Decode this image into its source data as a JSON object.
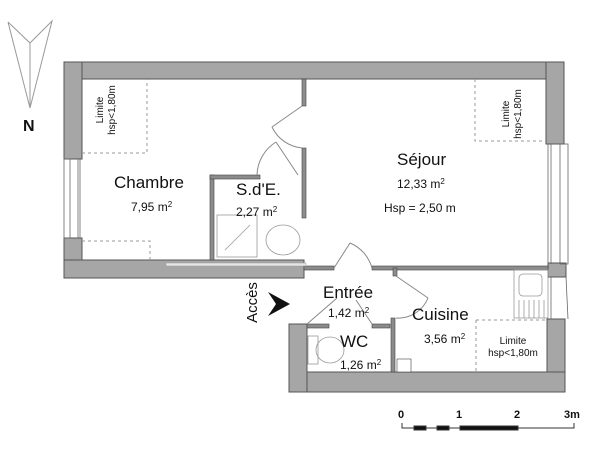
{
  "compass": {
    "label": "N"
  },
  "rooms": {
    "chambre": {
      "name": "Chambre",
      "area": "7,95 m",
      "unit_sup": "2"
    },
    "sde": {
      "name": "S.d'E.",
      "area": "2,27 m",
      "unit_sup": "2"
    },
    "sejour": {
      "name": "Séjour",
      "area": "12,33 m",
      "unit_sup": "2",
      "height": "Hsp = 2,50 m"
    },
    "entree": {
      "name": "Entrée",
      "area": "1,42 m",
      "unit_sup": "2"
    },
    "wc": {
      "name": "WC",
      "area": "1,26 m",
      "unit_sup": "2"
    },
    "cuisine": {
      "name": "Cuisine",
      "area": "3,56 m",
      "unit_sup": "2"
    }
  },
  "limites": [
    {
      "line1": "Limite",
      "line2": "hsp<1,80m",
      "room": "chambre"
    },
    {
      "line1": "Limite",
      "line2": "hsp<1,80m",
      "room": "sejour"
    },
    {
      "line1": "Limite",
      "line2": "hsp<1,80m",
      "room": "cuisine"
    }
  ],
  "access": {
    "label": "Accès"
  },
  "scale": {
    "ticks": [
      "0",
      "1",
      "2",
      "3m"
    ]
  },
  "colors": {
    "wall": "#a6a6a6",
    "wall_stroke": "#555555",
    "dash": "#9a9a9a"
  }
}
